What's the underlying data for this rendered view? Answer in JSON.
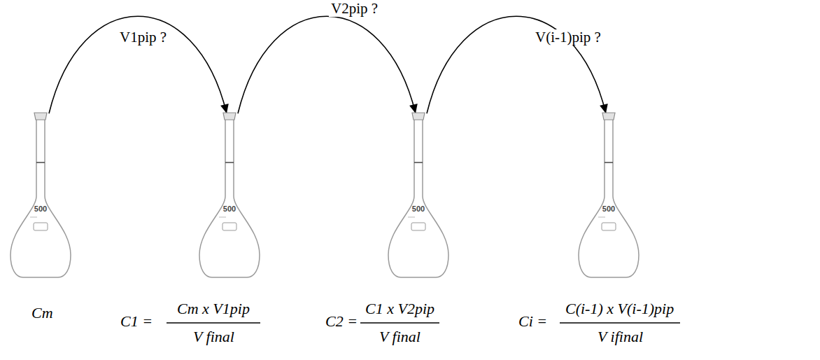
{
  "diagram": {
    "nodes": [
      {
        "text": [
          "500"
        ]
      },
      {
        "text": [
          "500"
        ]
      },
      {
        "text": [
          "500"
        ]
      },
      {
        "text": [
          "500"
        ]
      }
    ],
    "edges": [
      {
        "from": 0,
        "to": 1,
        "arrow": "to",
        "label": "V1pip ?"
      },
      {
        "from": 1,
        "to": 2,
        "arrow": "to",
        "label": "V2pip ?"
      },
      {
        "from": 2,
        "to": 3,
        "arrow": "to",
        "label": "V(i-1)pip ?"
      }
    ],
    "labels": [
      "Cm",
      "C1 =",
      "Cm x V1pip",
      "V final",
      "C2 =",
      "C1 x V2pip",
      "V final",
      "Ci =",
      "C(i-1) x V(i-1)pip",
      "V ifinal"
    ]
  }
}
